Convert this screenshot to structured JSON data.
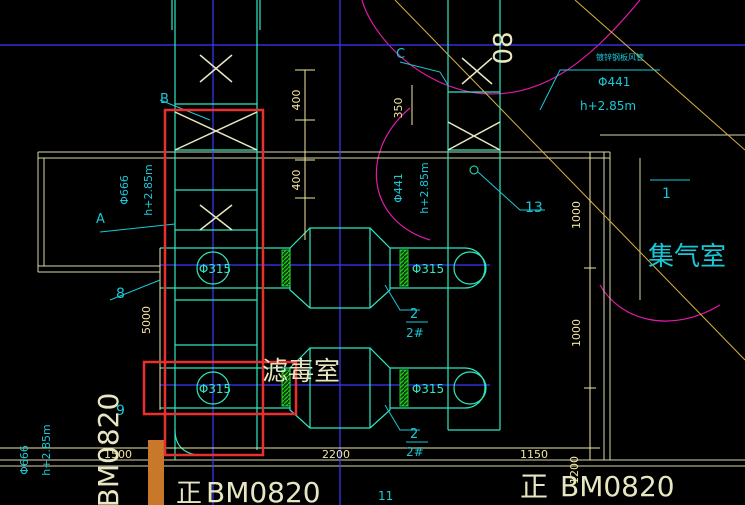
{
  "colors": {
    "background": "#000000",
    "duct": "#2ee8c0",
    "dimension": "#f2e6a0",
    "axis": "#3a3aff",
    "magenta": "#e01aa8",
    "highlight": "#e83030",
    "leader": "#18c8d8",
    "cross": "#e8e6c0",
    "green": "#22cc22",
    "orange": "#c87828",
    "wall": "#d8d8a8"
  },
  "labels": {
    "dim_400_a": "400",
    "dim_400_b": "400",
    "dim_350": "350",
    "dim_1000_a": "1000",
    "dim_1000_b": "1000",
    "dim_5000": "5000",
    "dim_1500": "1500",
    "dim_2200": "2200",
    "dim_1150": "1150",
    "dim_1200": "1200",
    "grid_A": "A",
    "grid_B": "B",
    "grid_C": "C",
    "tag_8": "8",
    "tag_9": "9",
    "tag_13": "13",
    "tag_1": "1",
    "tag_11": "11",
    "tag_2a_top": "2",
    "tag_2a_bot": "2#",
    "tag_2b_top": "2",
    "tag_2b_bot": "2#",
    "dia_315_1": "Φ315",
    "dia_315_2": "Φ315",
    "dia_315_3": "Φ315",
    "dia_315_4": "Φ315",
    "pipe_666_left": "Φ666",
    "pipe_285_left": "h+2.85m",
    "pipe_441_mid": "Φ441",
    "pipe_285_mid": "h+2.85m",
    "pipe_441_right": "Φ441",
    "pipe_285_right": "h+2.85m",
    "pipe_666_bottom": "Φ666",
    "pipe_285_bottom": "h+2.85m",
    "pipe_note_small": "镀锌钢板风管",
    "room_gas": "集气室",
    "room_filter": "滤毒室",
    "door_left": "BM0820",
    "door_mid": "BM0820",
    "door_right": "BM0820",
    "door_mid_prefix": "正",
    "door_right_prefix": "正",
    "top_text": "08"
  }
}
